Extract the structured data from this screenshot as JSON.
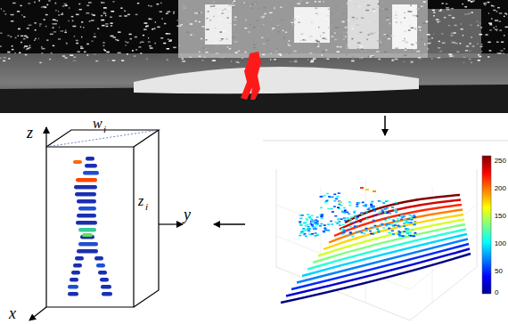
{
  "diagram": {
    "labels": [
      "z",
      "w",
      "i",
      "z",
      "i",
      "y",
      "x",
      "250",
      "200",
      "150",
      "100",
      "50",
      "0"
    ]
  }
}
